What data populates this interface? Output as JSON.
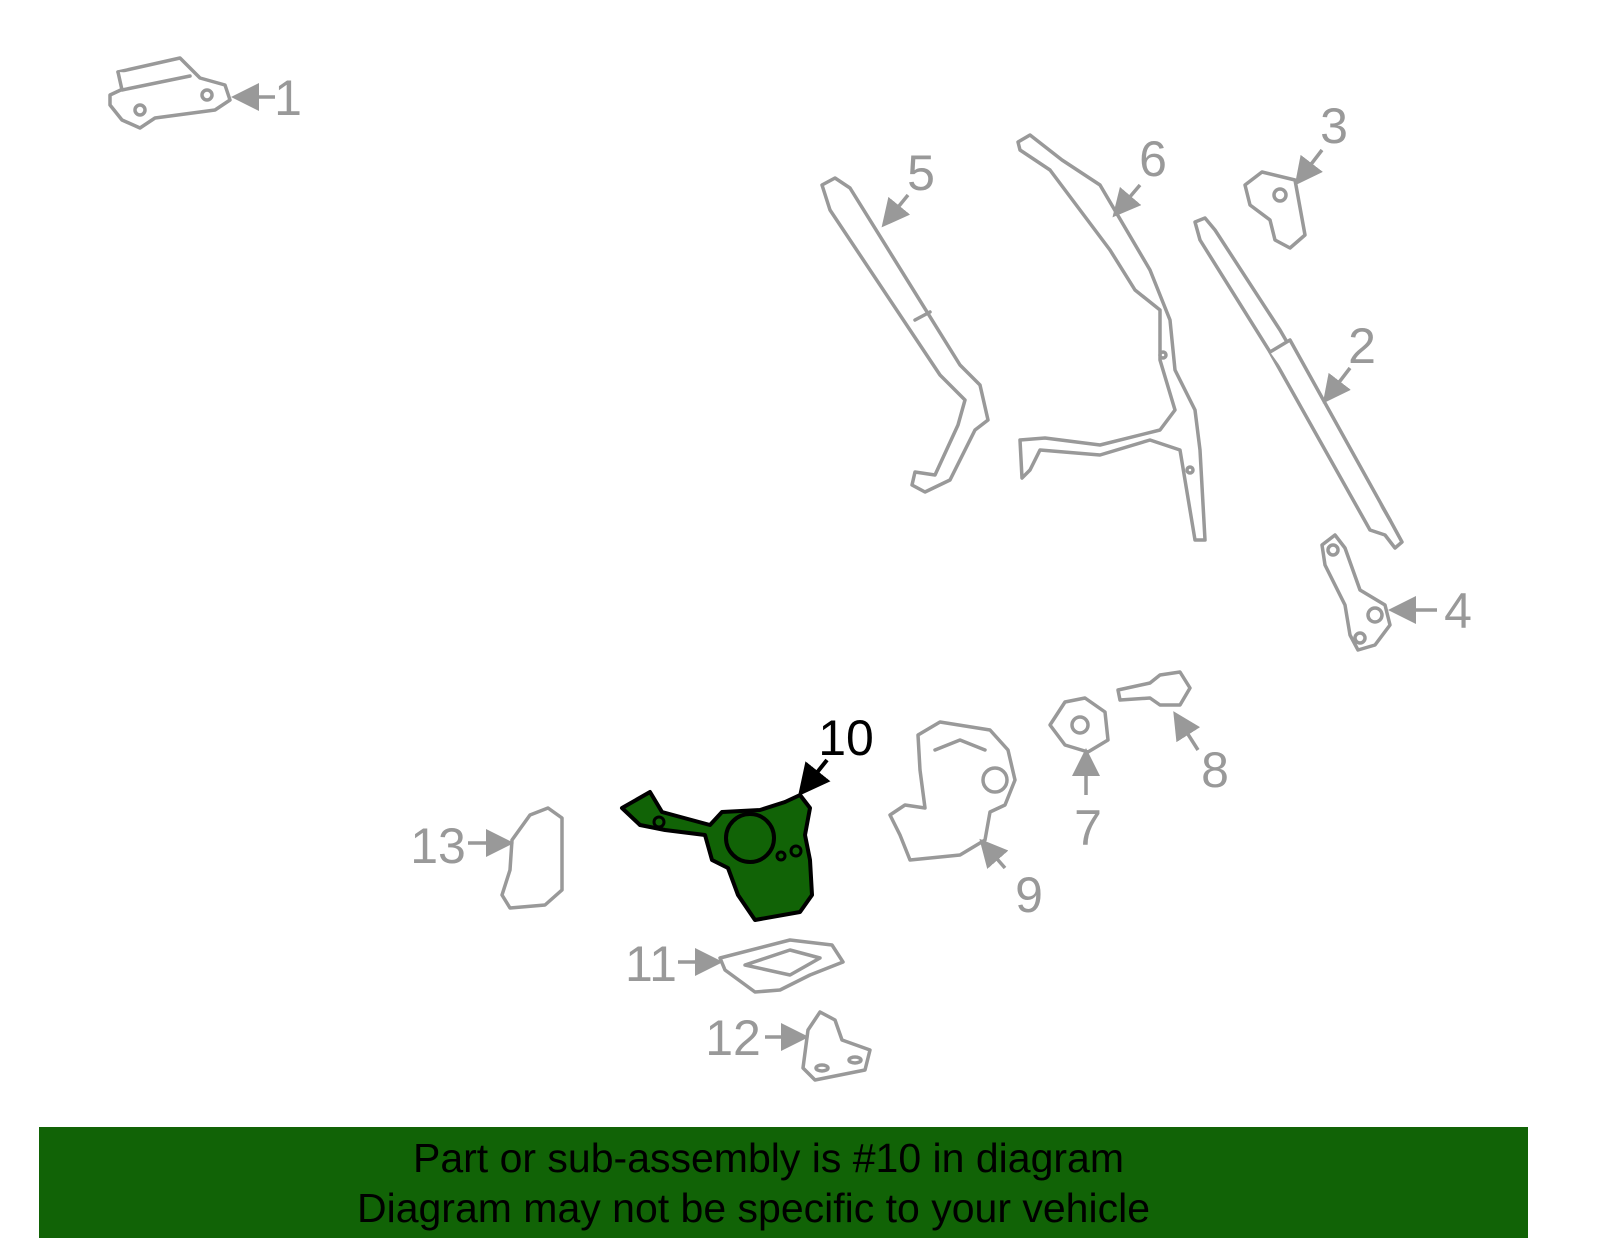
{
  "diagram": {
    "highlight_color": "#116306",
    "line_color": "#999999",
    "selected_part": "10",
    "callouts": [
      "1",
      "2",
      "3",
      "4",
      "5",
      "6",
      "7",
      "8",
      "9",
      "10",
      "11",
      "12",
      "13"
    ]
  },
  "banner": {
    "line1": "Part or sub-assembly is #10 in diagram",
    "line2": "Diagram may not be specific to your vehicle"
  }
}
